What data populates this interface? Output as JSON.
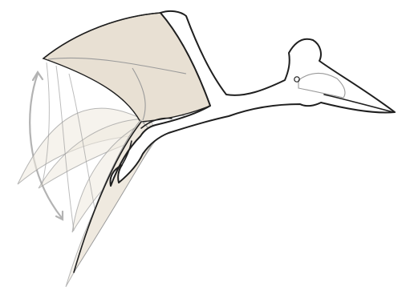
{
  "diagram": {
    "kind": "pterosaur wing-flap motion sketch",
    "body_fill": "#ffffff",
    "outline_color": "#1f1f1f",
    "wing_fill": "#e8e0d3",
    "wing_ghost_fill": "#efe9df",
    "ghost_stroke": "#9a9a9a",
    "arrow_color": "#b3b3b3",
    "wing_positions": 4,
    "motion_arrow": "curved-double-headed-arrow"
  }
}
